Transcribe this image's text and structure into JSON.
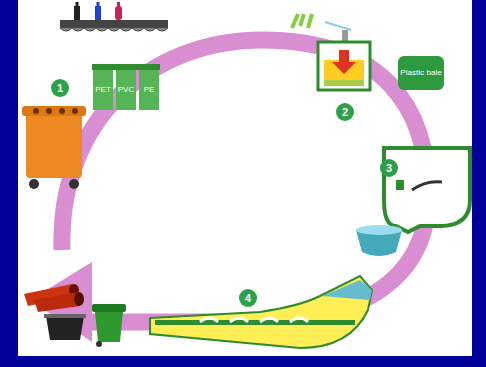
{
  "diagram": {
    "nodes": [
      {
        "text": [
          "PET"
        ]
      },
      {
        "text": [
          "PVC"
        ]
      },
      {
        "text": [
          "PE"
        ]
      },
      {
        "text": [
          "Plastic bale"
        ]
      }
    ],
    "labels": [
      "1",
      "2",
      "3",
      "4"
    ]
  }
}
